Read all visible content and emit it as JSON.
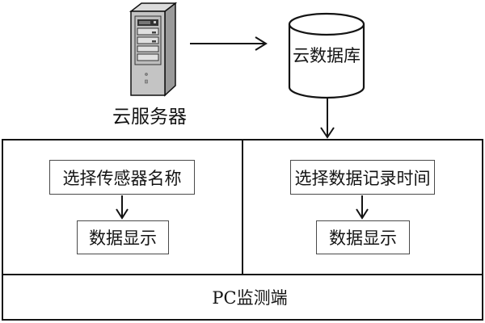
{
  "diagram": {
    "server": {
      "label": "云服务器",
      "icon": "server-tower-icon"
    },
    "database": {
      "label": "云数据库",
      "icon": "database-cylinder-icon"
    },
    "pc_panel": {
      "left": {
        "select_label": "选择传感器名称",
        "display_label": "数据显示"
      },
      "right": {
        "select_label": "选择数据记录时间",
        "display_label": "数据显示"
      },
      "footer_label": "PC监测端"
    },
    "colors": {
      "line": "#141414",
      "inner_box_border": "#4a4a4a",
      "server_front": "#c4c4c4",
      "server_side": "#9a9a9a",
      "server_top": "#dcdcdc",
      "background": "#ffffff"
    }
  }
}
